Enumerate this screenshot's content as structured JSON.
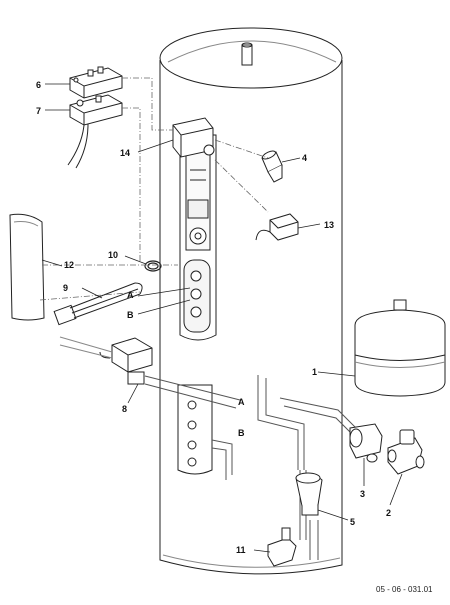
{
  "callouts": {
    "c1": "1",
    "c2": "2",
    "c3": "3",
    "c4": "4",
    "c5": "5",
    "c6": "6",
    "c7": "7",
    "c8": "8",
    "c9": "9",
    "c10": "10",
    "c11": "11",
    "c12": "12",
    "c13": "13",
    "c14": "14",
    "a1": "A",
    "a2": "A",
    "b1": "B",
    "b2": "B"
  },
  "reference_code": "05 - 06 - 031.01"
}
